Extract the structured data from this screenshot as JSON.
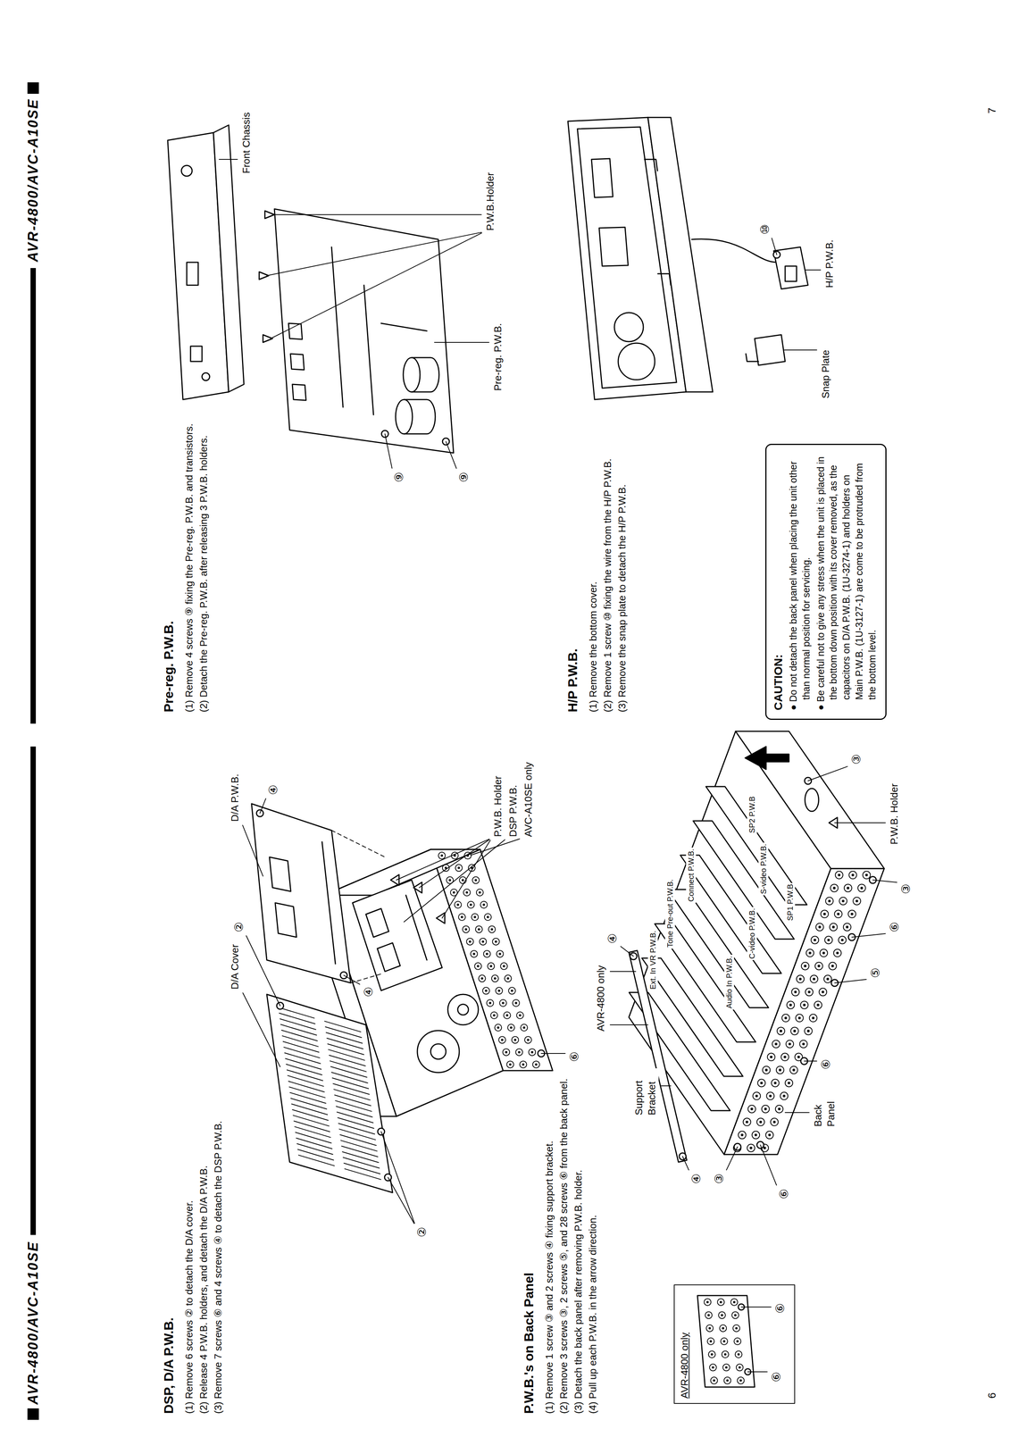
{
  "diagram": {
    "nodes": [
      {
        "text": [
          "CAUTION:",
          "● Do not detach the back panel when placing the unit other than normal position for servicing.",
          "● Be careful not to give any stress when the unit is placed in the bottom down position with its cover removed, as the capacitors on D/A P.W.B. (1U-3274-1) and holders on Main P.W.B. (1U-3127-1) are come to be protruded from the bottom level."
        ]
      }
    ],
    "labels": [
      "AVR-4800/AVC-A10SE",
      "AVR-4800/AVC-A10SE",
      "DSP, D/A P.W.B.",
      "(1) Remove 6 screws ② to detach the D/A cover.",
      "(2) Release 4 P.W.B. holders, and detach the D/A P.W.B.",
      "(3) Remove 7 screws ⑥ and 4 screws ④ to detach the DSP P.W.B.",
      "D/A Cover",
      "②",
      "②",
      "D/A P.W.B.",
      "④",
      "④",
      "⑥",
      "P.W.B. Holder",
      "DSP P.W.B.",
      "AVC-A10SE only",
      "P.W.B.'s on Back Panel",
      "(1) Remove 1 screw ③ and 2 screws ④ fixing support bracket.",
      "(2) Remove 3 screws ③, 2 screws ⑤, and 28 screws ⑥ from the back panel.",
      "(3) Detach the back panel after removing P.W.B. holder.",
      "(4) Pull up each P.W.B. in the arrow direction.",
      "AVR-4800 only",
      "⑥",
      "⑥",
      "AVR-4800 only",
      "④",
      "Support Bracket",
      "④",
      "Audio In P.W.B.",
      "Ext. In VR P.W.B.",
      "Tone Pre-out P.W.B.",
      "Connect P.W.B.",
      "C-video P.W.B.",
      "S-video P.W.B.",
      "SP1 P.W.B",
      "SP2 P.W.B",
      "③",
      "⑥",
      "Back Panel",
      "⑥",
      "⑤",
      "⑥",
      "③",
      "P.W.B. Holder",
      "③",
      "Pre-reg. P.W.B.",
      "(1) Remove 4 screws ⑨ fixing the Pre-reg. P.W.B. and transistors.",
      "(2) Detach the Pre-reg. P.W.B. after releasing 3 P.W.B. holders.",
      "Front Chassis",
      "P.W.B.Holder",
      "Pre-reg. P.W.B.",
      "⑨",
      "⑨",
      "H/P P.W.B.",
      "(1) Remove the bottom cover.",
      "(2) Remove 1 screw ⑩ fixing the wire from the H/P P.W.B.",
      "(3) Remove the snap plate to detach the H/P P.W.B.",
      "⑩",
      "Snap Plate",
      "H/P P.W.B.",
      "6",
      "7"
    ]
  }
}
